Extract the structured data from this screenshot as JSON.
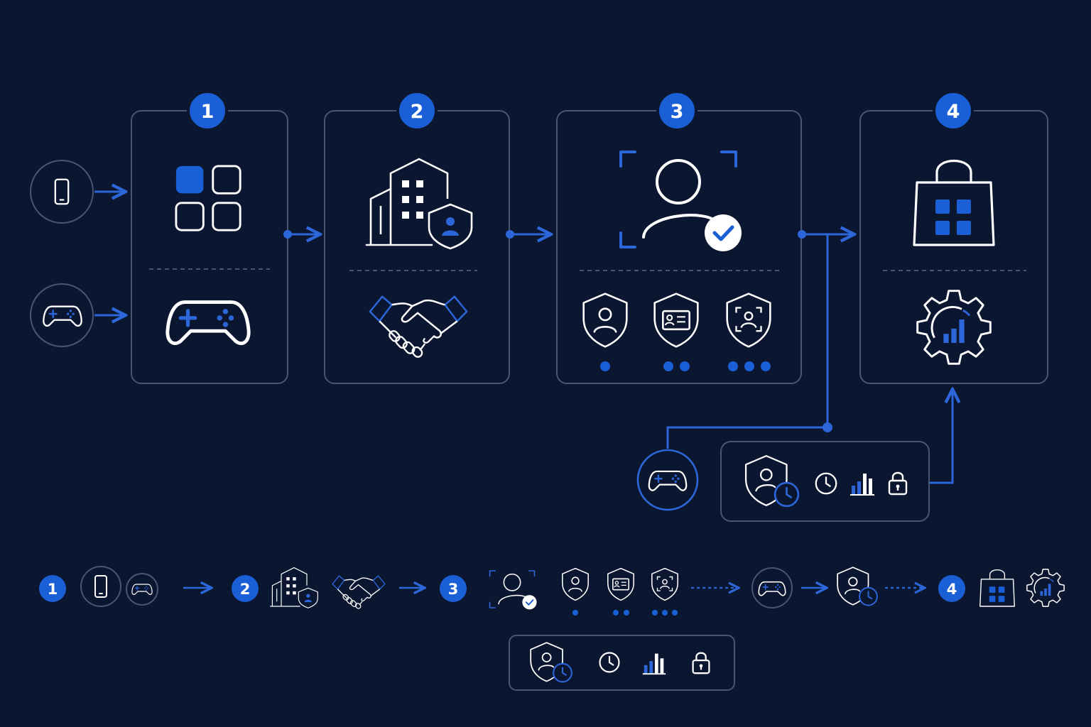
{
  "steps": [
    {
      "number": "1"
    },
    {
      "number": "2"
    },
    {
      "number": "3"
    },
    {
      "number": "4"
    }
  ],
  "colors": {
    "background": "#0b1630",
    "accent": "#1a5fd6",
    "stroke": "#ffffff",
    "panel_border": "#4a5670",
    "connector": "#2c66d9"
  },
  "icons": {
    "inputs": [
      "smartphone-icon",
      "gamepad-icon"
    ],
    "step1": [
      "app-grid-icon",
      "gamepad-icon"
    ],
    "step2": [
      "building-shield-icon",
      "handshake-icon"
    ],
    "step3": [
      "user-verified-icon",
      "shield-user-icon",
      "shield-id-card-icon",
      "shield-face-scan-icon"
    ],
    "step4": [
      "shopping-bag-icon",
      "gear-analytics-icon"
    ],
    "branch": [
      "gamepad-icon",
      "shield-user-clock-icon",
      "clock-icon",
      "bar-chart-icon",
      "lock-icon"
    ]
  },
  "verification_levels": [
    1,
    2,
    3
  ]
}
